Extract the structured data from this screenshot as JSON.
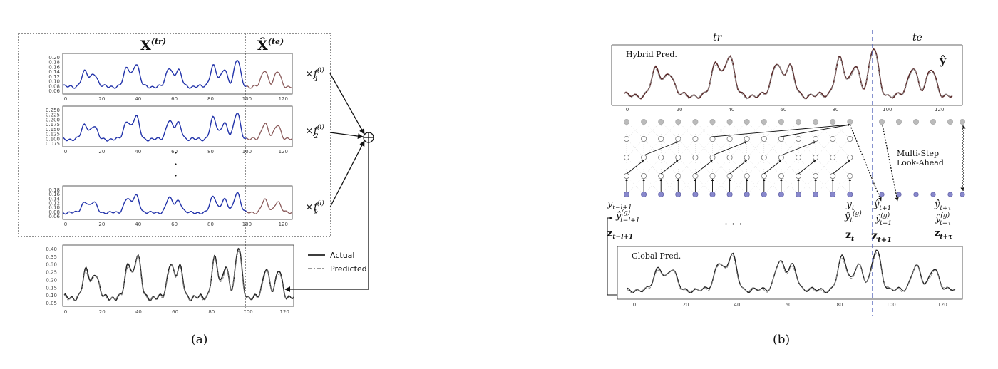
{
  "panel_a": {
    "caption": "(a)",
    "header_train": "X",
    "header_train_sup": "(tr)",
    "header_test": "X̂",
    "header_test_sup": "(te)",
    "factor_prefix": "×f",
    "factor_sup": "(i)",
    "factor_subs": [
      "1",
      "2",
      "k"
    ],
    "vdots": "·",
    "sum_symbol": "⊕",
    "legend_actual": "Actual",
    "legend_predicted": "Predicted",
    "mini_x_ticks": [
      "0",
      "20",
      "40",
      "60",
      "80",
      "100",
      "120"
    ],
    "mini1_y_ticks": [
      "0.20",
      "0.18",
      "0.16",
      "0.14",
      "0.12",
      "0.10",
      "0.08",
      "0.06"
    ],
    "mini2_y_ticks": [
      "0.250",
      "0.225",
      "0.200",
      "0.175",
      "0.150",
      "0.125",
      "0.100",
      "0.075"
    ],
    "mini3_y_ticks": [
      "0.18",
      "0.16",
      "0.14",
      "0.12",
      "0.10",
      "0.08",
      "0.06"
    ],
    "bottom_y_ticks": [
      "0.40",
      "0.35",
      "0.30",
      "0.25",
      "0.20",
      "0.15",
      "0.10",
      "0.05"
    ],
    "bottom_x_ticks": [
      "0",
      "20",
      "40",
      "60",
      "80",
      "100",
      "120"
    ]
  },
  "panel_b": {
    "caption": "(b)",
    "label_tr": "tr",
    "label_te": "te",
    "hybrid_title": "Hybrid Pred.",
    "yhat_symbol": "ŷ",
    "global_title": "Global Pred.",
    "lookahead_line1": "Multi-Step",
    "lookahead_line2": "Look-Ahead",
    "ellipsis": "· · ·",
    "x_ticks": [
      "0",
      "20",
      "40",
      "60",
      "80",
      "100",
      "120"
    ],
    "labels_left": {
      "y": "y",
      "y_sub": "t−l+1",
      "yg": "ŷ",
      "yg_sup": "(g)",
      "yg_sub": "t−l+1",
      "z": "z",
      "z_sub": "t−l+1"
    },
    "labels_t": {
      "y": "y",
      "y_sub": "t",
      "yg": "ŷ",
      "yg_sup": "(g)",
      "yg_sub": "t",
      "z": "z",
      "z_sub": "t"
    },
    "labels_t1": {
      "y": "ŷ",
      "y_sub": "t+1",
      "yg": "ŷ",
      "yg_sup": "(g)",
      "yg_sub": "t+1",
      "z": "z",
      "z_sub": "t+1"
    },
    "labels_tau": {
      "y": "ŷ",
      "y_sub": "t+τ",
      "yg": "ŷ",
      "yg_sup": "(g)",
      "yg_sub": "t+τ",
      "z": "z",
      "z_sub": "t+τ"
    }
  },
  "colors": {
    "basis_line": "#2233aa",
    "test_line": "#8a5a5a",
    "actual_line": "#222222",
    "predicted_line": "#777777",
    "hybrid_line": "#5a2a2a",
    "split_line": "#5566bb",
    "node_input": "#8888cc",
    "node_top": "#bbbbbb"
  }
}
